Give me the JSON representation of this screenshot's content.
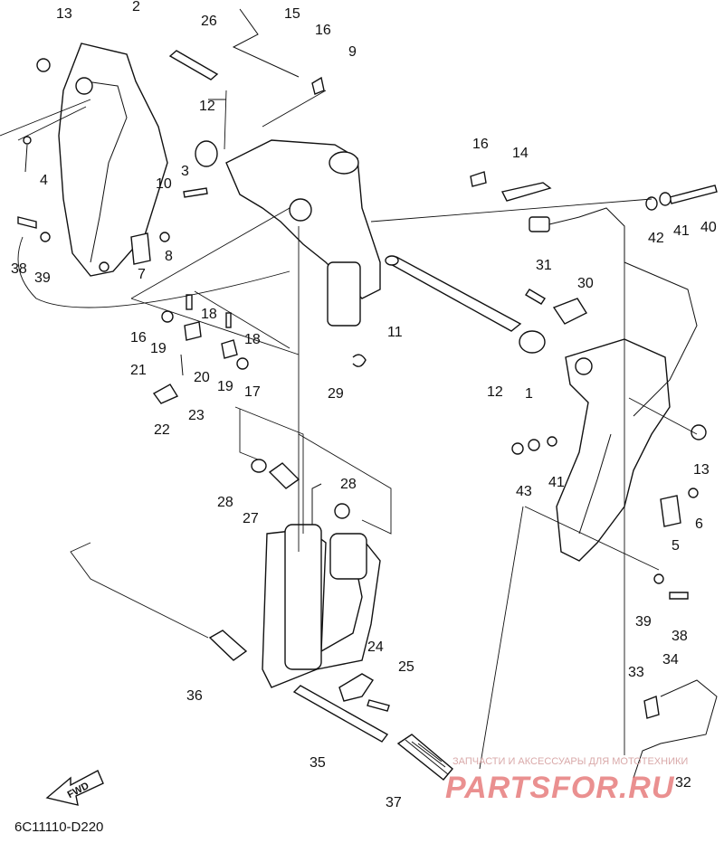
{
  "diagram": {
    "code": "6C11110-D220",
    "fwd_label": "FWD",
    "watermark_text": "ЗАПЧАСТИ И АКСЕССУАРЫ ДЛЯ МОТОТЕХНИКИ",
    "watermark_logo": "PARTSFOR.RU",
    "callouts": [
      {
        "id": "c13a",
        "label": "13"
      },
      {
        "id": "c2",
        "label": "2"
      },
      {
        "id": "c26",
        "label": "26"
      },
      {
        "id": "c15",
        "label": "15"
      },
      {
        "id": "c16a",
        "label": "16"
      },
      {
        "id": "c9",
        "label": "9"
      },
      {
        "id": "c12a",
        "label": "12"
      },
      {
        "id": "c3",
        "label": "3"
      },
      {
        "id": "c10",
        "label": "10"
      },
      {
        "id": "c4",
        "label": "4"
      },
      {
        "id": "c8",
        "label": "8"
      },
      {
        "id": "c7",
        "label": "7"
      },
      {
        "id": "c38a",
        "label": "38"
      },
      {
        "id": "c39a",
        "label": "39"
      },
      {
        "id": "c16b",
        "label": "16"
      },
      {
        "id": "c14",
        "label": "14"
      },
      {
        "id": "c42",
        "label": "42"
      },
      {
        "id": "c41a",
        "label": "41"
      },
      {
        "id": "c40",
        "label": "40"
      },
      {
        "id": "c31",
        "label": "31"
      },
      {
        "id": "c30",
        "label": "30"
      },
      {
        "id": "c11",
        "label": "11"
      },
      {
        "id": "c18a",
        "label": "18"
      },
      {
        "id": "c16c",
        "label": "16"
      },
      {
        "id": "c19a",
        "label": "19"
      },
      {
        "id": "c18b",
        "label": "18"
      },
      {
        "id": "c21",
        "label": "21"
      },
      {
        "id": "c20",
        "label": "20"
      },
      {
        "id": "c19b",
        "label": "19"
      },
      {
        "id": "c17",
        "label": "17"
      },
      {
        "id": "c29",
        "label": "29"
      },
      {
        "id": "c12b",
        "label": "12"
      },
      {
        "id": "c1",
        "label": "1"
      },
      {
        "id": "c22",
        "label": "22"
      },
      {
        "id": "c23",
        "label": "23"
      },
      {
        "id": "c13b",
        "label": "13"
      },
      {
        "id": "c43",
        "label": "43"
      },
      {
        "id": "c41b",
        "label": "41"
      },
      {
        "id": "c6",
        "label": "6"
      },
      {
        "id": "c5",
        "label": "5"
      },
      {
        "id": "c28a",
        "label": "28"
      },
      {
        "id": "c28b",
        "label": "28"
      },
      {
        "id": "c27",
        "label": "27"
      },
      {
        "id": "c39b",
        "label": "39"
      },
      {
        "id": "c38b",
        "label": "38"
      },
      {
        "id": "c24",
        "label": "24"
      },
      {
        "id": "c25",
        "label": "25"
      },
      {
        "id": "c34",
        "label": "34"
      },
      {
        "id": "c33",
        "label": "33"
      },
      {
        "id": "c36",
        "label": "36"
      },
      {
        "id": "c35",
        "label": "35"
      },
      {
        "id": "c37",
        "label": "37"
      },
      {
        "id": "c32",
        "label": "32"
      }
    ]
  }
}
